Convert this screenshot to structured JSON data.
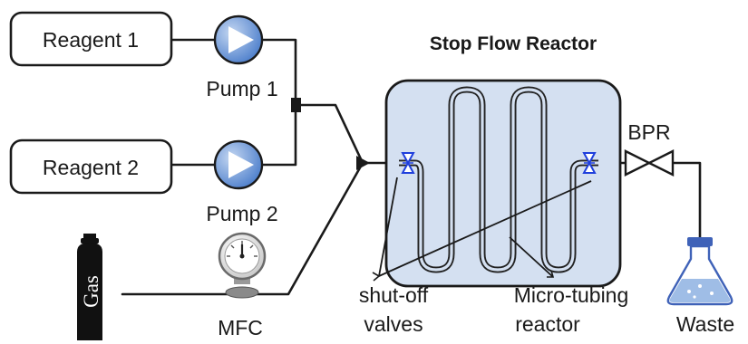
{
  "title": "Stop Flow Reactor",
  "reagent1": "Reagent 1",
  "reagent2": "Reagent 2",
  "pump1": "Pump 1",
  "pump2": "Pump 2",
  "gas": "Gas",
  "mfc": "MFC",
  "bpr": "BPR",
  "waste": "Waste",
  "shutoff_line1": "shut-off",
  "shutoff_line2": "valves",
  "micro_line1": "Micro-tubing",
  "micro_line2": "reactor",
  "colors": {
    "reactor_fill": "#d4e0f1",
    "pump_fill": "#6f9ad6",
    "valve_blue": "#1f3fdc",
    "flask_liquid": "#9fbde6"
  }
}
